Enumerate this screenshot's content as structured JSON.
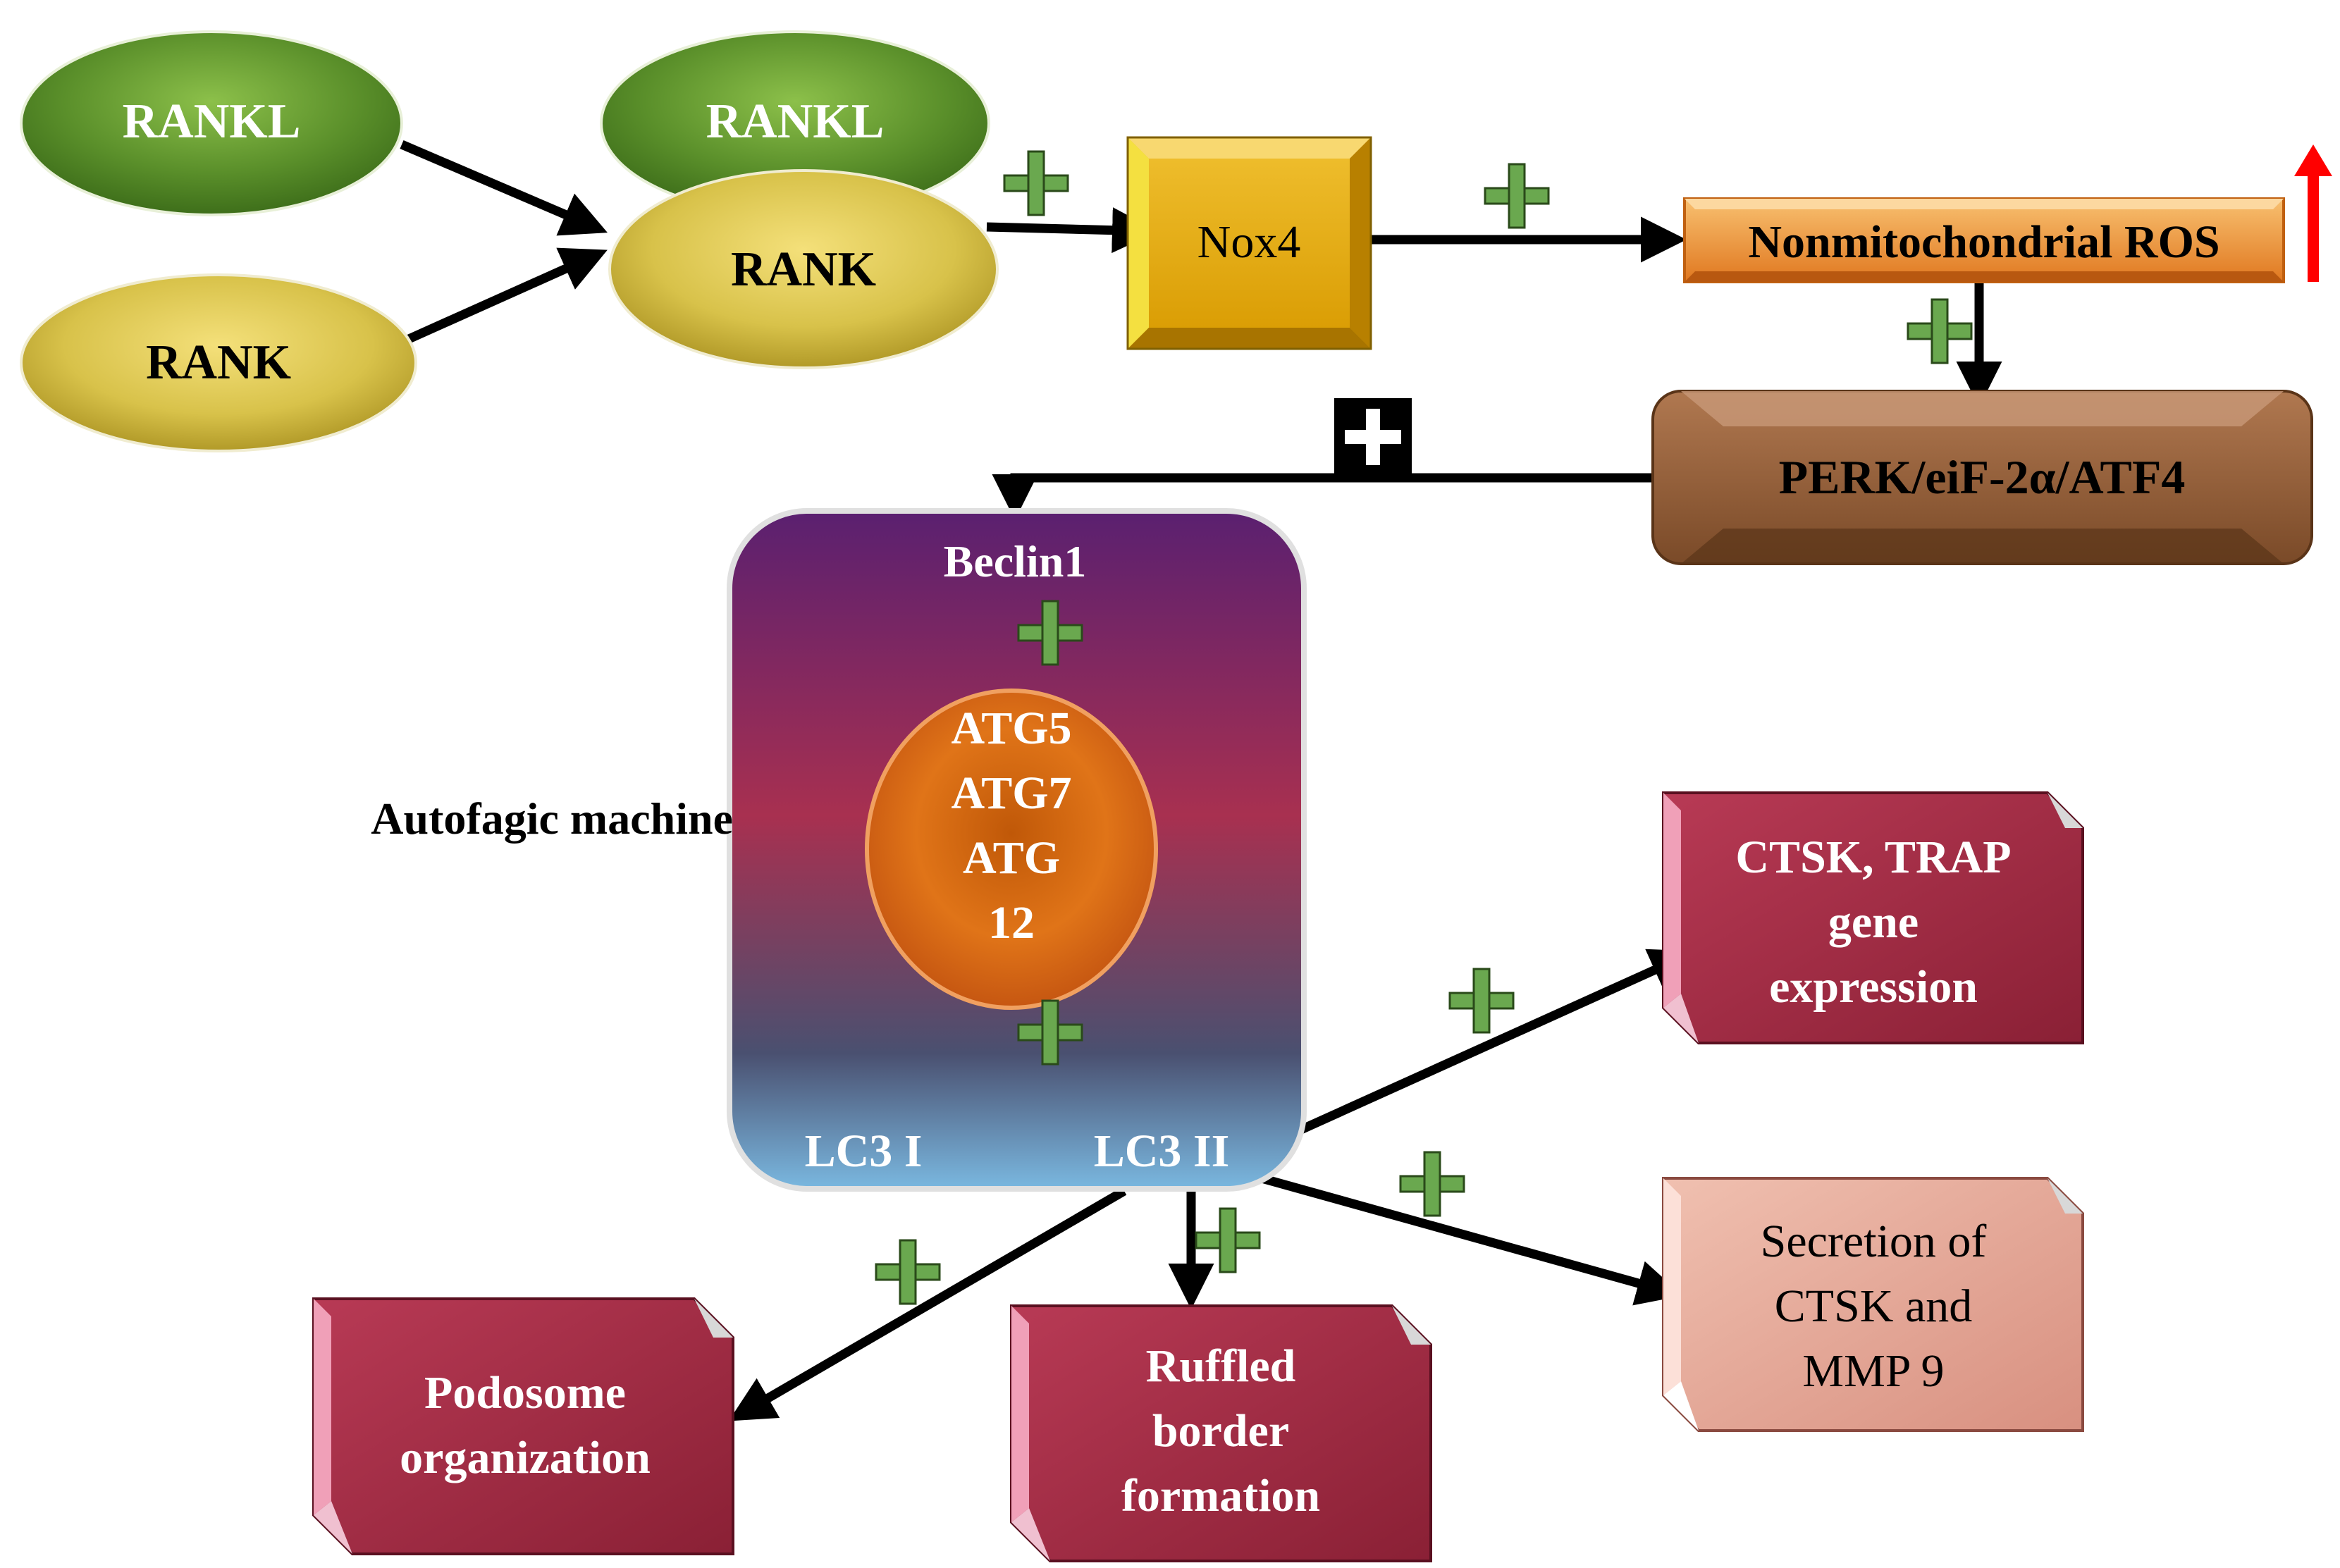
{
  "nodes": {
    "rankl_left": "RANKL",
    "rank_left": "RANK",
    "rankl_complex": "RANKL",
    "rank_complex": "RANK",
    "nox4": "Nox4",
    "ros": "Nonmitochondrial ROS",
    "perk": "PERK/eiF-2α/ATF4",
    "beclin1": "Beclin1",
    "atg_lines": [
      "ATG5",
      "ATG7",
      "ATG",
      "12"
    ],
    "lc3_1": "LC3 I",
    "lc3_2": "LC3 II",
    "autophagy_label": "Autofagic machine",
    "ctsk_trap": [
      "CTSK, TRAP",
      "gene",
      "expression"
    ],
    "secretion": [
      "Secretion of",
      "CTSK and",
      "MMP 9"
    ],
    "podosome": [
      "Podosome",
      "organization"
    ],
    "ruffled": [
      "Ruffled",
      "border",
      "formation"
    ]
  },
  "symbols": {
    "plus": "+",
    "increase_arrow": "up-arrow-icon"
  },
  "colors": {
    "green_plus": "#6aa84f",
    "red_arrow": "#ff0000",
    "edge": "#000000",
    "rankl": "#5a8f2a",
    "rank": "#d8c24a",
    "nox4": "#e8b00a",
    "ros": "#f0a040",
    "perk": "#a06a40",
    "autophagy_top": "#6a2a6a",
    "autophagy_bottom": "#7ab0d8",
    "atg": "#e07010",
    "outcome": "#a83048",
    "secretion": "#e8b0a0"
  }
}
